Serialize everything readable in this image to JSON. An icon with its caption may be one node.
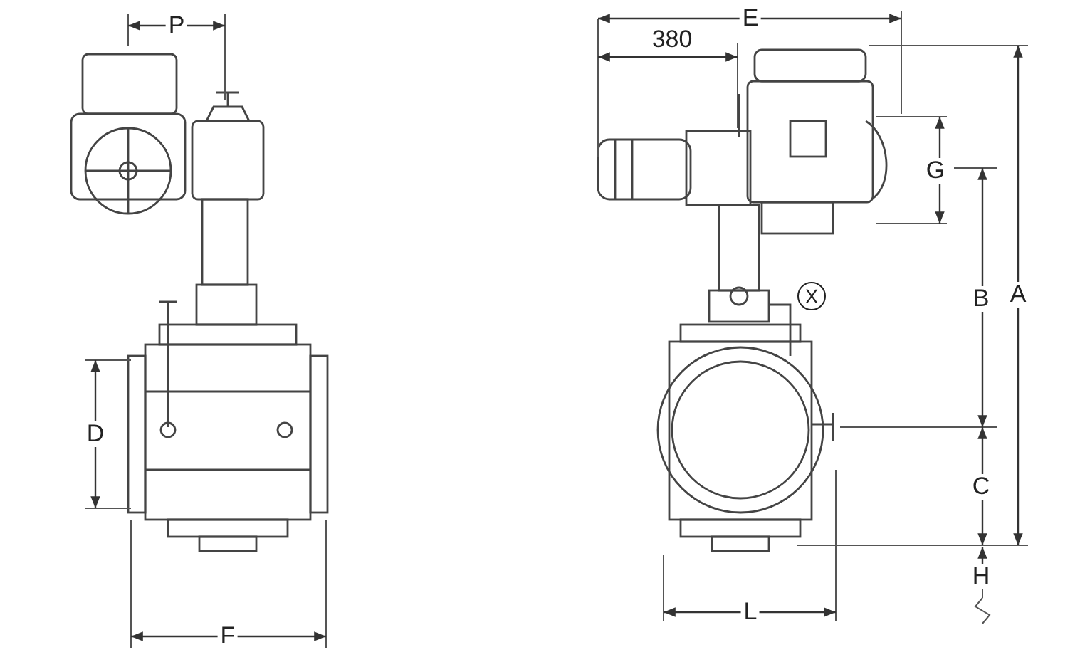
{
  "diagram": {
    "labels": [
      "P",
      "E",
      "380",
      "G",
      "B",
      "A",
      "D",
      "X",
      "C",
      "H",
      "L",
      "F"
    ]
  }
}
